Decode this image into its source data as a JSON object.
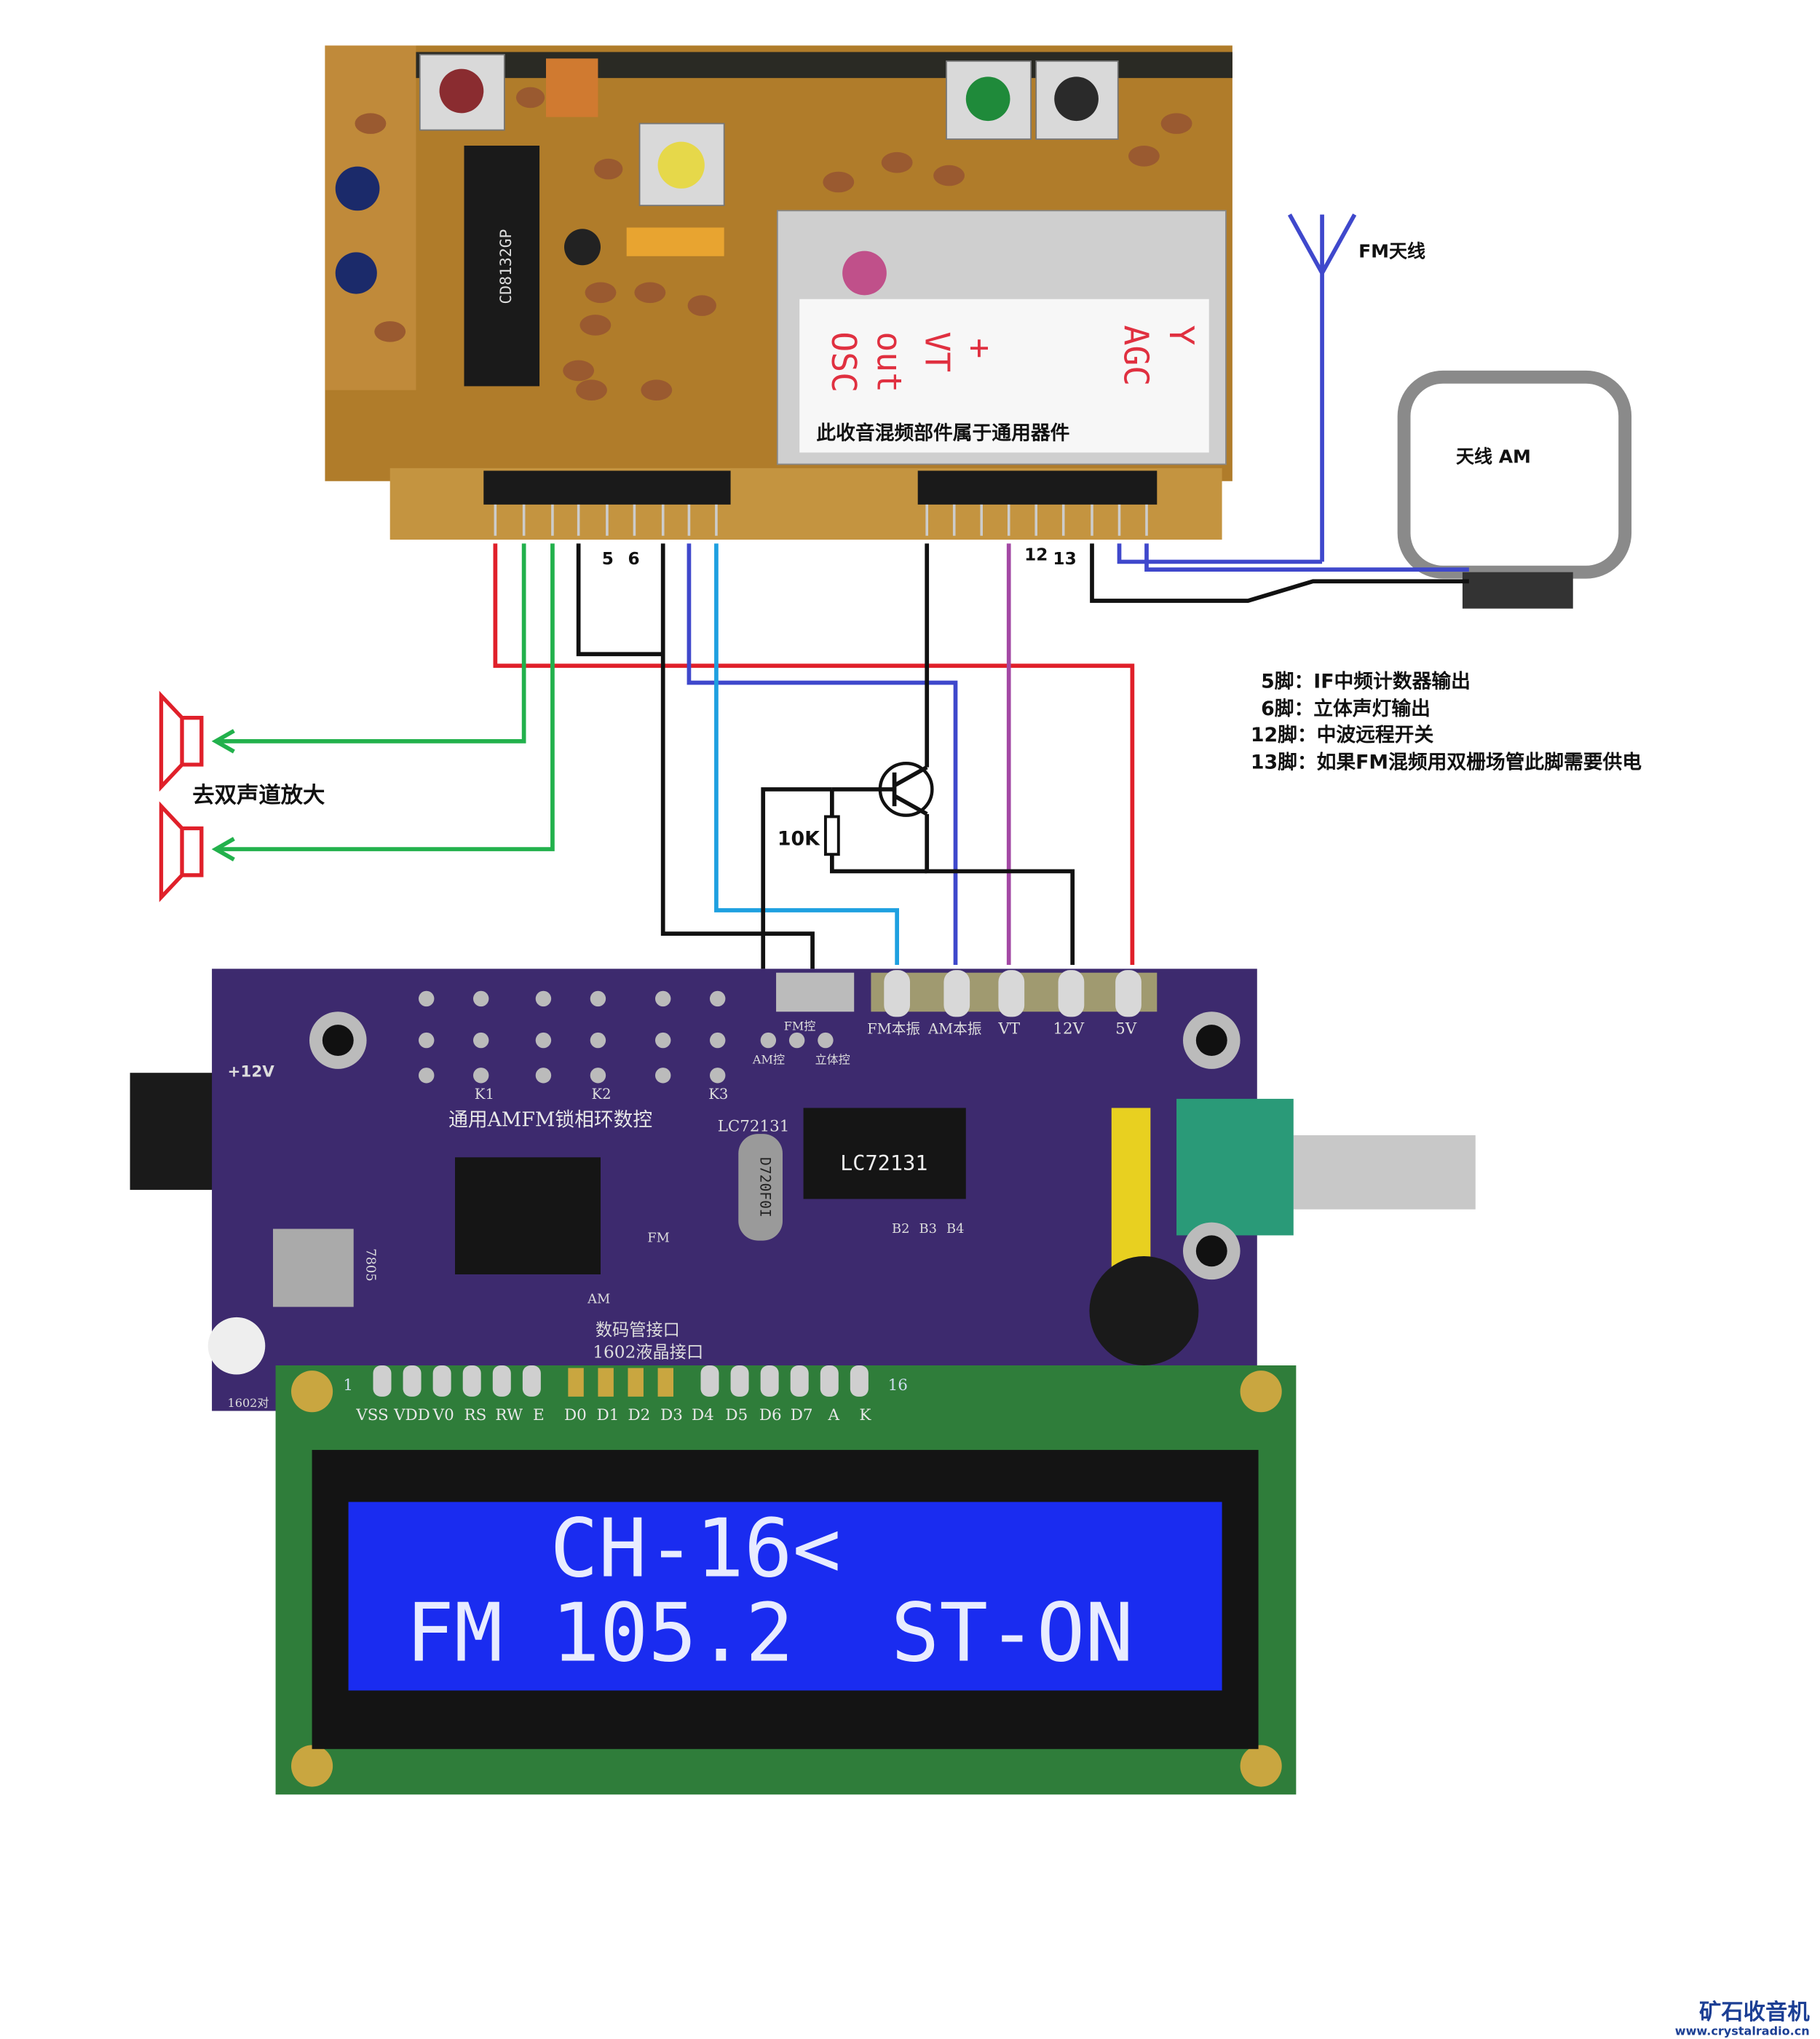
{
  "title_sticker": "此收音混频部件属于通用器件",
  "tuner_module": {
    "chip_label": "CD8132GP",
    "handwritten_left": [
      "+",
      "VT",
      "out",
      "OSC"
    ],
    "handwritten_right": [
      "Y",
      "AGC"
    ],
    "pin_labels": {
      "p5": "5",
      "p6": "6",
      "p12": "12",
      "p13": "13"
    }
  },
  "antennas": {
    "fm_label": "FM天线",
    "am_label": "天线 AM"
  },
  "speakers_label": "去双声道放大",
  "transistor_circuit": {
    "resistor_label": "10K"
  },
  "notes": [
    "5脚：IF中频计数器输出",
    "6脚：立体声灯输出",
    "12脚：中波远程开关",
    "13脚：如果FM混频用双栅场管此脚需要供电"
  ],
  "pll_board": {
    "title": "通用AMFM锁相环数控",
    "power_label": "+12V",
    "chip_label": "LC72131",
    "chip_silk": "LC72131",
    "crystal_label": "D720F0I",
    "regulator_label": "7805",
    "key_labels": [
      "K1",
      "K2",
      "K3"
    ],
    "control_labels": {
      "fm": "FM控",
      "am": "AM控",
      "stereo": "立体控"
    },
    "pad_labels": [
      "FM本振",
      "AM本振",
      "VT",
      "12V",
      "5V"
    ],
    "band_labels": {
      "fm": "FM",
      "am": "AM"
    },
    "interface_labels": [
      "数码管接口",
      "1602液晶接口"
    ],
    "contrast_label": "1602对",
    "led_labels": [
      "B2",
      "B3",
      "B4"
    ]
  },
  "lcd": {
    "pin_start": "1",
    "pin_end": "16",
    "pins": [
      "VSS",
      "VDD",
      "V0",
      "RS",
      "RW",
      "E",
      "D0",
      "D1",
      "D2",
      "D3",
      "D4",
      "D5",
      "D6",
      "D7",
      "A",
      "K"
    ],
    "line1": "CH-16<",
    "line2": "FM 105.2  ST-ON"
  },
  "logo": {
    "name": "矿石收音机",
    "url": "www.crystalradio.cn"
  },
  "colors": {
    "red": "#e0202a",
    "green": "#22b14c",
    "blue": "#3f48cc",
    "lightblue": "#1ea0e0",
    "purple": "#a349a4",
    "black": "#111111",
    "pcb_top": "#b8862e",
    "pcb_purple": "#3d2a6e",
    "lcd_green": "#2f7d3a",
    "lcd_blue": "#1a2cf0"
  }
}
